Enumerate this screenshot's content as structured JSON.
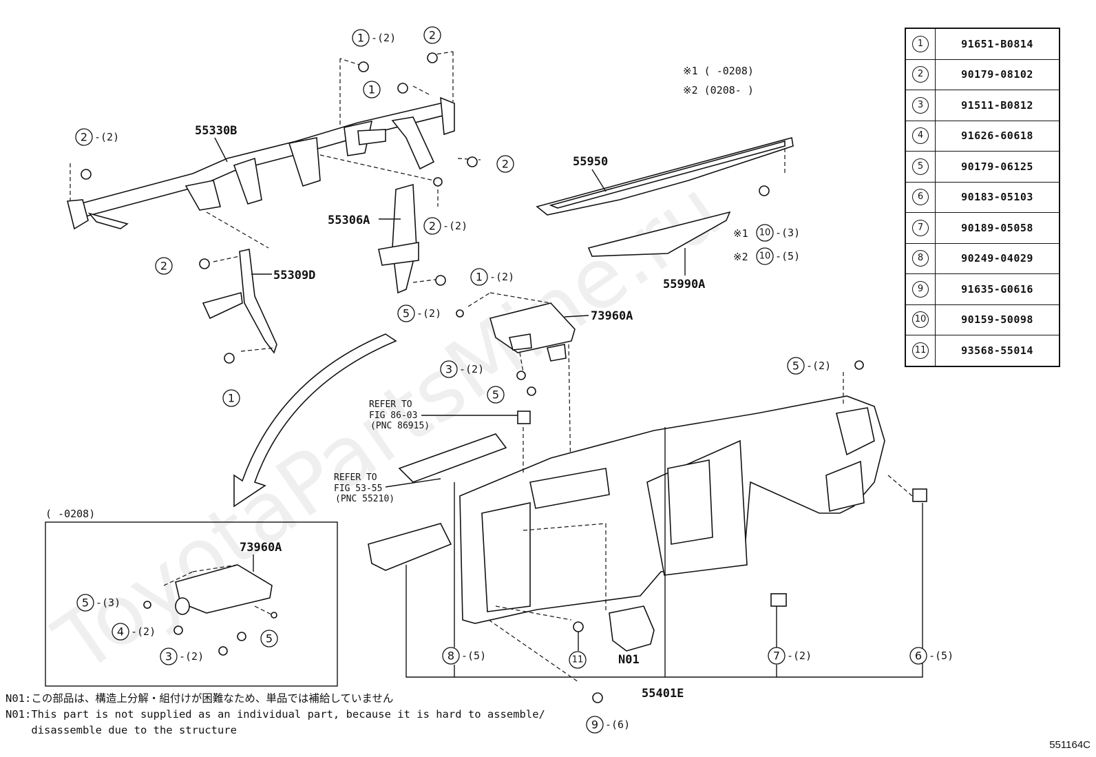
{
  "watermark": "ToyotaPartsMine.ru",
  "figure_code": "551164C",
  "variants": {
    "v1": "※1 (      -0208)",
    "v2": "※2 (0208-      )"
  },
  "parts_table": [
    {
      "key": "1",
      "part_no": "91651-B0814"
    },
    {
      "key": "2",
      "part_no": "90179-08102"
    },
    {
      "key": "3",
      "part_no": "91511-B0812"
    },
    {
      "key": "4",
      "part_no": "91626-60618"
    },
    {
      "key": "5",
      "part_no": "90179-06125"
    },
    {
      "key": "6",
      "part_no": "90183-05103"
    },
    {
      "key": "7",
      "part_no": "90189-05058"
    },
    {
      "key": "8",
      "part_no": "90249-04029"
    },
    {
      "key": "9",
      "part_no": "91635-G0616"
    },
    {
      "key": "10",
      "part_no": "90159-50098"
    },
    {
      "key": "11",
      "part_no": "93568-55014"
    }
  ],
  "part_labels": {
    "p55330B": "55330B",
    "p55306A": "55306A",
    "p55309D": "55309D",
    "p55950": "55950",
    "p55990A": "55990A",
    "p73960A": "73960A",
    "p73960A_inset": "73960A",
    "p55401E": "55401E",
    "pN01": "N01"
  },
  "callouts": [
    {
      "num": "1",
      "qty": "-(2)"
    },
    {
      "num": "2",
      "qty": ""
    },
    {
      "num": "1",
      "qty": ""
    },
    {
      "num": "2",
      "qty": "-(2)"
    },
    {
      "num": "2",
      "qty": ""
    },
    {
      "num": "2",
      "qty": "-(2)"
    },
    {
      "num": "2",
      "qty": ""
    },
    {
      "num": "1",
      "qty": "-(2)"
    },
    {
      "num": "1",
      "qty": ""
    },
    {
      "num": "5",
      "qty": "-(2)"
    },
    {
      "num": "3",
      "qty": "-(2)"
    },
    {
      "num": "5",
      "qty": ""
    },
    {
      "num": "10",
      "qty": "-(3)",
      "prefix": "※1"
    },
    {
      "num": "10",
      "qty": "-(5)",
      "prefix": "※2"
    },
    {
      "num": "5",
      "qty": "-(2)"
    },
    {
      "num": "8",
      "qty": "-(5)"
    },
    {
      "num": "11",
      "qty": ""
    },
    {
      "num": "7",
      "qty": "-(2)"
    },
    {
      "num": "6",
      "qty": "-(5)"
    },
    {
      "num": "9",
      "qty": "-(6)"
    },
    {
      "num": "5",
      "qty": "-(3)"
    },
    {
      "num": "4",
      "qty": "-(2)"
    },
    {
      "num": "5",
      "qty": ""
    },
    {
      "num": "3",
      "qty": "-(2)"
    }
  ],
  "refer1": {
    "l1": "REFER TO",
    "l2": "FIG 86-03",
    "l3": "(PNC 86915)"
  },
  "refer2": {
    "l1": "REFER TO",
    "l2": "FIG 53-55",
    "l3": "(PNC 55210)"
  },
  "inset_title": "(      -0208)",
  "notes": {
    "jp": "N01:この部品は、構造上分解・組付けが困難なため、単品では補給していません",
    "en1": "N01:This part is not supplied as an individual part, because it is hard to assemble/",
    "en2": "    disassemble due to the structure"
  }
}
